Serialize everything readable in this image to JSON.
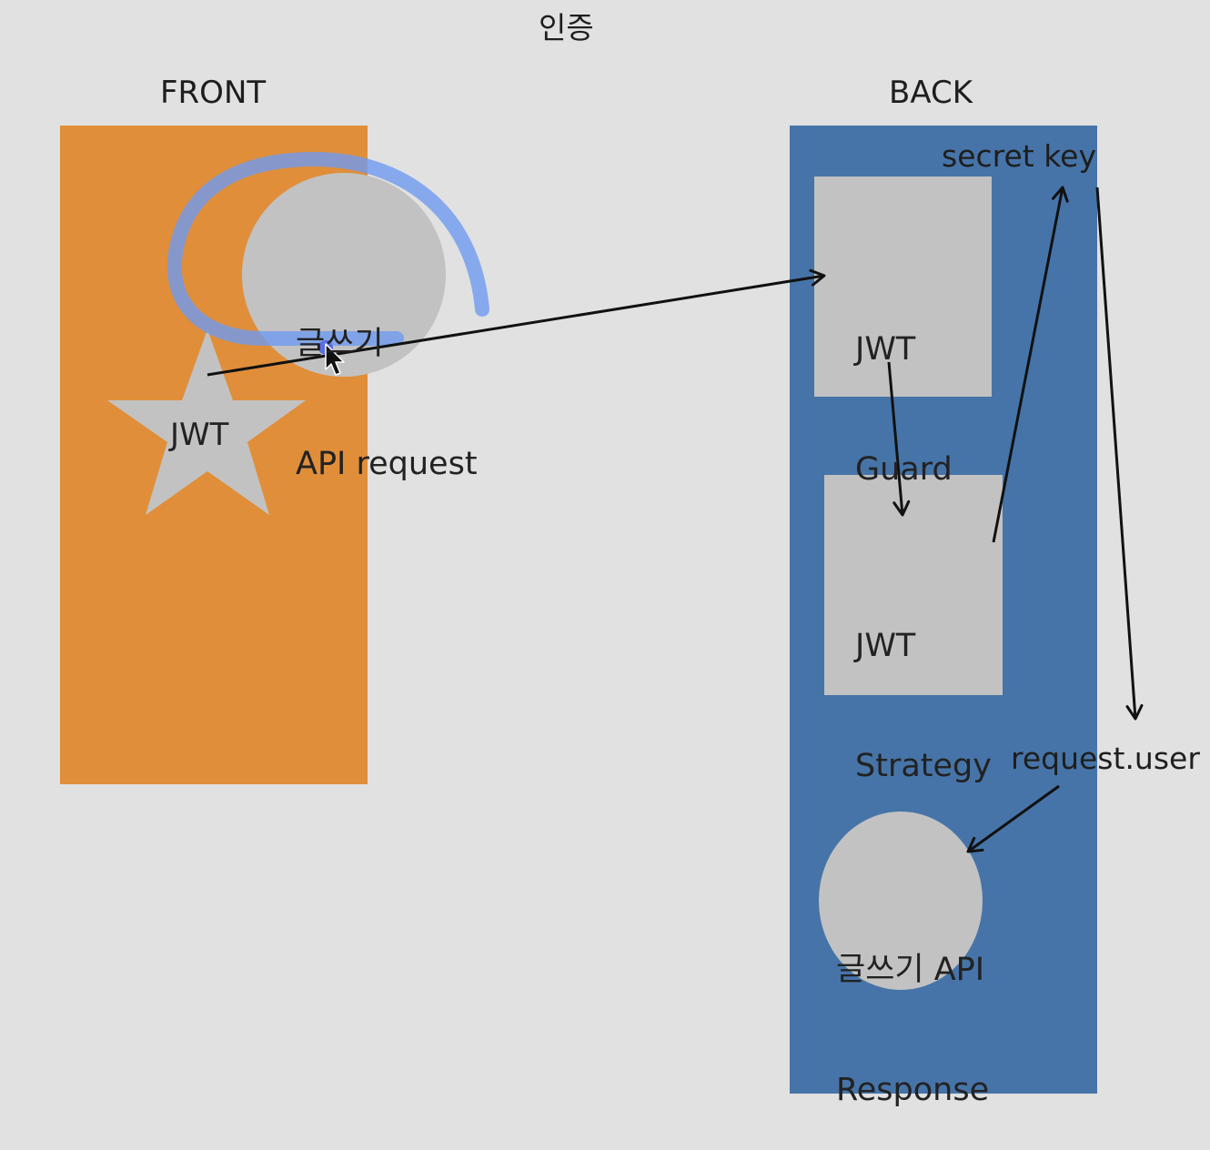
{
  "title": "인증",
  "front": {
    "heading": "FRONT",
    "request_circle": {
      "line1": "글쓰기",
      "line2": "API request"
    },
    "token_star": "JWT"
  },
  "back": {
    "heading": "BACK",
    "secret_key": "secret key",
    "guard_box": {
      "line1": "JWT",
      "line2": "Guard"
    },
    "strategy_box": {
      "line1": "JWT",
      "line2": "Strategy"
    },
    "request_user": "request.user",
    "response_circle": {
      "line1": "글쓰기 API",
      "line2": "Response"
    }
  },
  "colors": {
    "background": "#e1e1e1",
    "front_panel": "#e08e3a",
    "back_panel": "#4674a8",
    "node_fill": "#c2c2c2",
    "highlight_stroke": "#6f9bf0",
    "arrow": "#111111"
  }
}
